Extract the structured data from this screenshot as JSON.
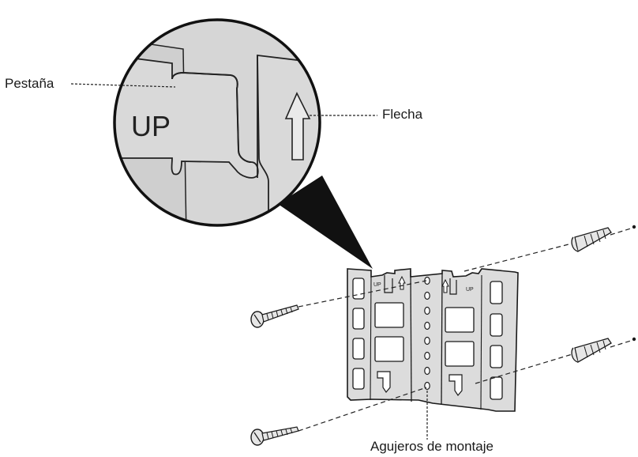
{
  "callouts": {
    "tab": "Pestaña",
    "arrow": "Flecha",
    "mounting_holes": "Agujeros de montaje"
  },
  "bracket_markings": {
    "up_label": "UP"
  },
  "colors": {
    "outline": "#1a1a1a",
    "bracket_fill": "#dcdcdc",
    "magnifier_fill": "#d6d6d6",
    "pointer_fill": "#111111",
    "background": "#ffffff"
  }
}
